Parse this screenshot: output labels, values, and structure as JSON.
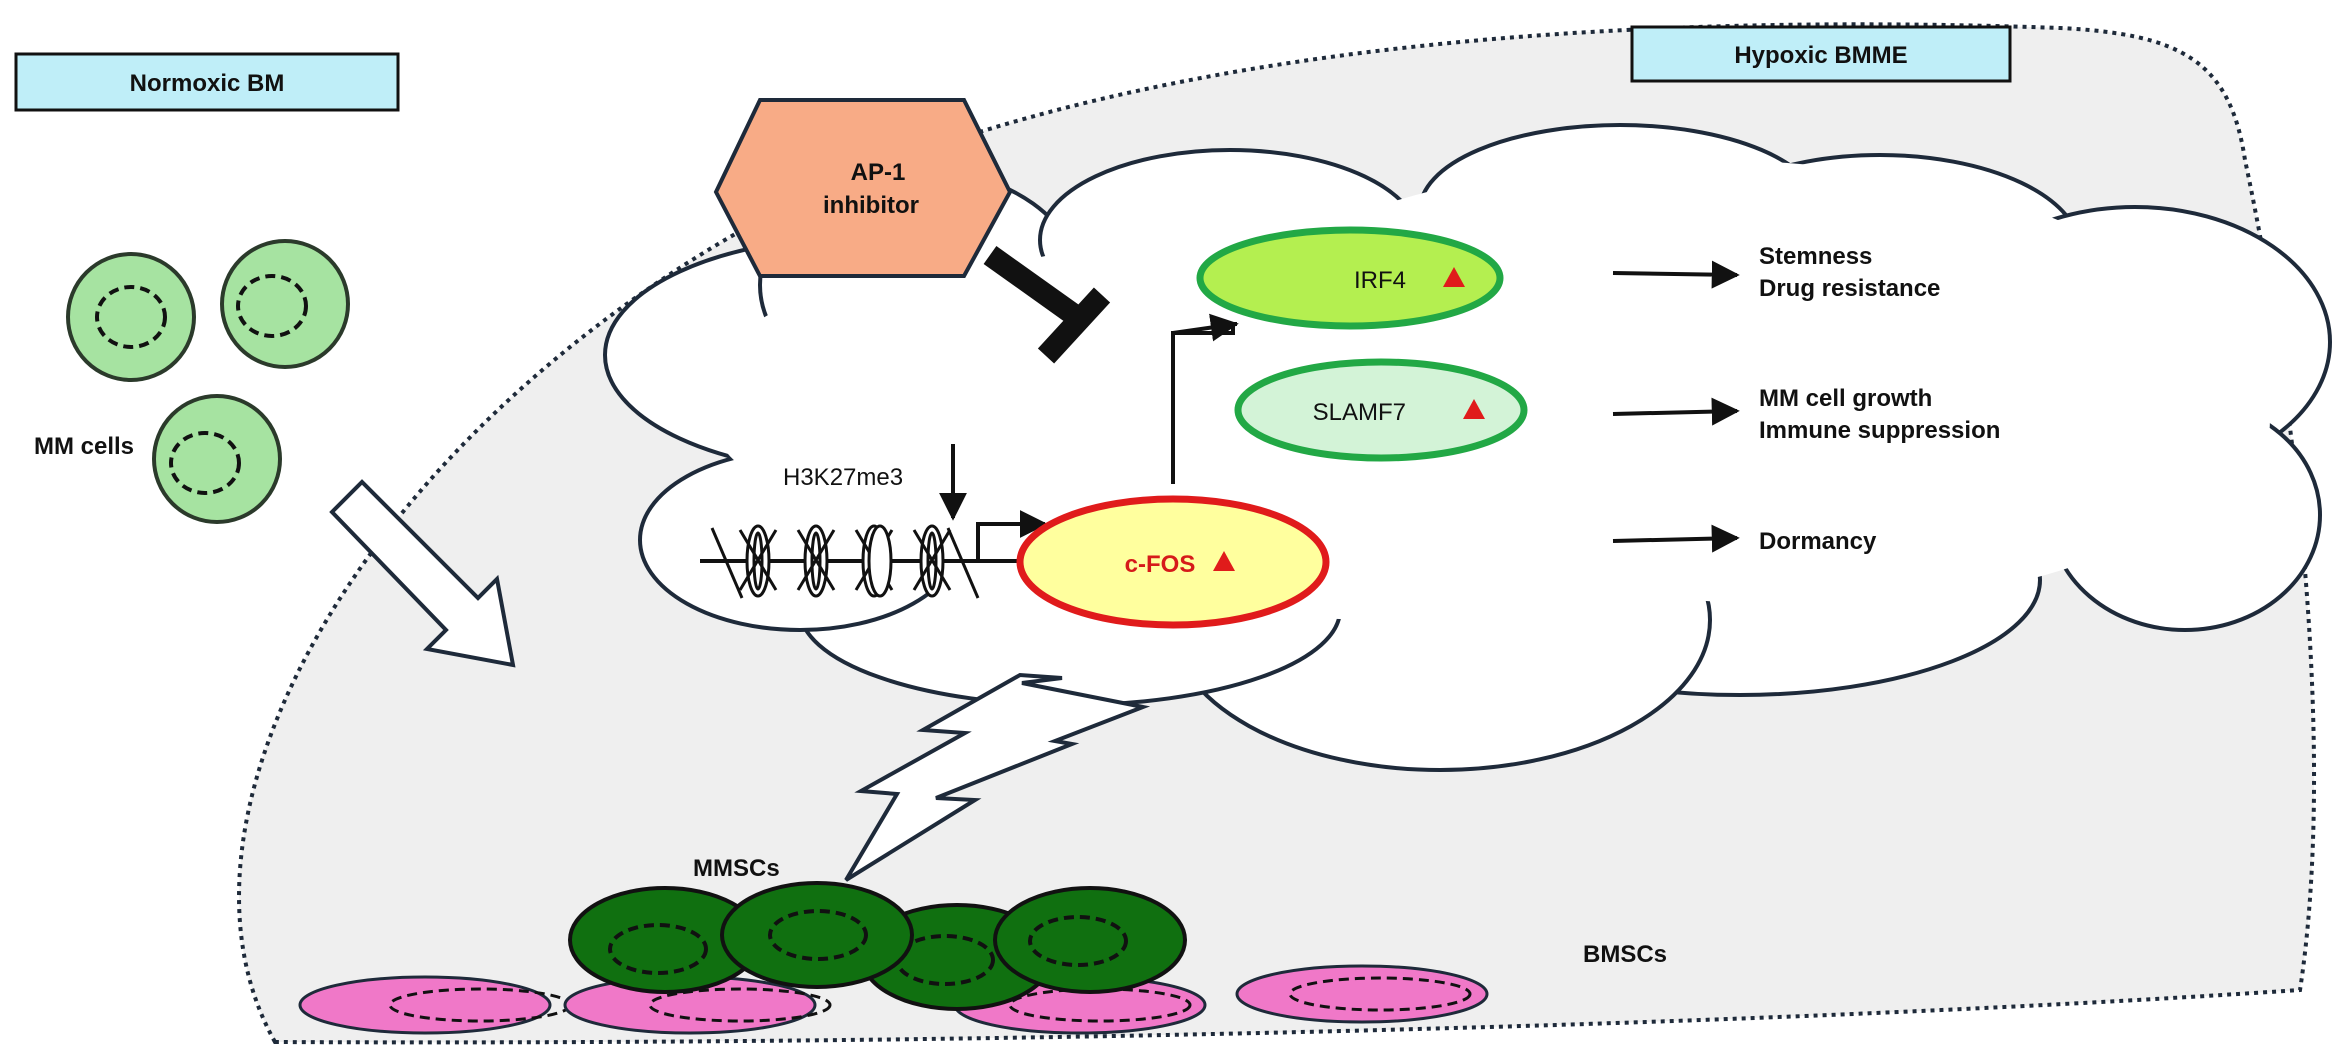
{
  "labels": {
    "normoxic": "Normoxic BM",
    "hypoxic": "Hypoxic BMME",
    "mm_cells": "MM cells",
    "ap1_line1": "AP-1",
    "ap1_line2": "inhibitor",
    "h3k27": "H3K27me3",
    "cfos": "c-FOS",
    "irf4": "IRF4",
    "slamf7": "SLAMF7",
    "out_irf4_1": "Stemness",
    "out_irf4_2": "Drug resistance",
    "out_slamf7_1": "MM cell growth",
    "out_slamf7_2": "Immune suppression",
    "out_cfos": "Dormancy",
    "mmscs": "MMSCs",
    "bmscs": "BMSCs"
  },
  "colors": {
    "label_box_fill": "#bfeef8",
    "niche_fill": "#efefef",
    "mm_cell_fill": "#a6e3a1",
    "mm_cell_stroke": "#2b3a2b",
    "ap1_fill": "#f8ab86",
    "irf4_fill": "#b4ef50",
    "irf4_stroke": "#22a845",
    "slamf7_fill": "#d3f3d7",
    "slamf7_stroke": "#22a845",
    "cfos_fill": "#ffff9e",
    "cfos_stroke": "#e01b1b",
    "cfos_text": "#d61a1a",
    "up_triangle": "#e01b1b",
    "mmsc_fill": "#107010",
    "bmsc_fill": "#f078c8",
    "outline": "#1e2a3a"
  },
  "icons": [
    "up-triangle-icon",
    "lightning-bolt-icon",
    "inhibition-bar-icon",
    "nucleosome-icon"
  ]
}
